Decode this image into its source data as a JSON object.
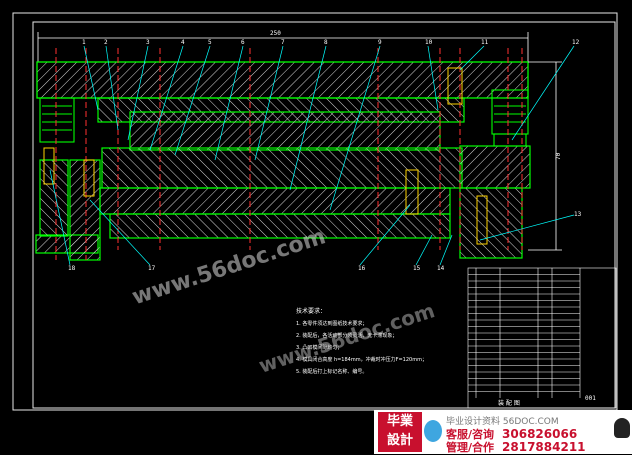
{
  "drawing": {
    "width_dim": "250",
    "height_dim": "70",
    "part_callouts_top": [
      "1",
      "2",
      "3",
      "4",
      "5",
      "6",
      "7",
      "8",
      "9",
      "10",
      "11",
      "12"
    ],
    "part_callouts_right": [
      "12",
      "13"
    ],
    "part_callouts_bottom": [
      "18",
      "17",
      "16",
      "15",
      "14"
    ],
    "tech_title": "技术要求：",
    "tech_notes": [
      "1. 各零件须达到图纸技术要求；",
      "2. 装配后，各活动部分须灵活、无卡滞现象；",
      "3. 凸凹模间隙均匀；",
      "4. 模具闭合高度 h=184mm，冲裁时冲压力F=120mm；",
      "5. 装配后打上标记名称、编号。"
    ],
    "bom_rows": 20,
    "bom_title": "装 配 图",
    "bom_code": "001"
  },
  "watermark": {
    "diagonal": "www.56doc.com",
    "logo_line1": "毕業",
    "logo_line2": "設計",
    "site": "毕业设计资料 56DOC.COM",
    "row1_label": "客服/咨询",
    "row1_value": "306826066",
    "row2_label": "管理/合作",
    "row2_value": "2817884211"
  },
  "colors": {
    "background": "#000000",
    "outline": "#ffffff",
    "parts": "#00ff00",
    "hatch": "#ffffff",
    "callouts": "#00ffff",
    "redlines": "#ff3030",
    "accent": "#c8102e"
  }
}
